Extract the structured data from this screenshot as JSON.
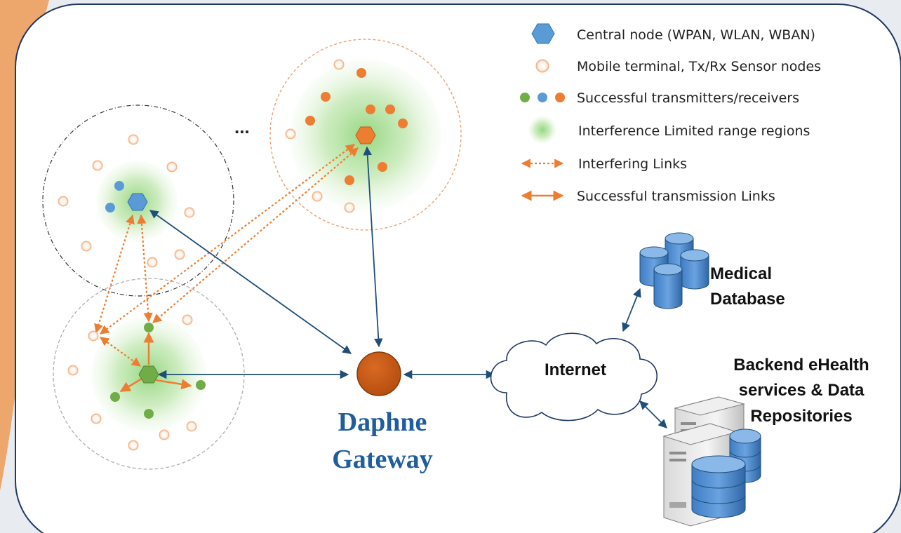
{
  "legend": {
    "central_node": "Central node (WPAN, WLAN, WBAN)",
    "mobile_terminal": "Mobile terminal, Tx/Rx Sensor nodes",
    "successful": "Successful transmitters/receivers",
    "interference_region": "Interference Limited range regions",
    "interfering_links": "Interfering Links",
    "successful_links": "Successful transmission Links"
  },
  "ellipsis": "...",
  "gateway": {
    "line1": "Daphne",
    "line2": "Gateway"
  },
  "internet": "Internet",
  "medical_db": {
    "line1": "Medical",
    "line2": "Database"
  },
  "backend": {
    "line1": "Backend eHealth",
    "line2": "services & Data",
    "line3": "Repositories"
  },
  "colors": {
    "central_blue": "#5b9bd5",
    "node_orange": "#ed7d31",
    "node_green": "#70ad47",
    "gateway": "#c55a11",
    "link_blue": "#1f4e79",
    "gateway_text": "#1f5d9e"
  }
}
